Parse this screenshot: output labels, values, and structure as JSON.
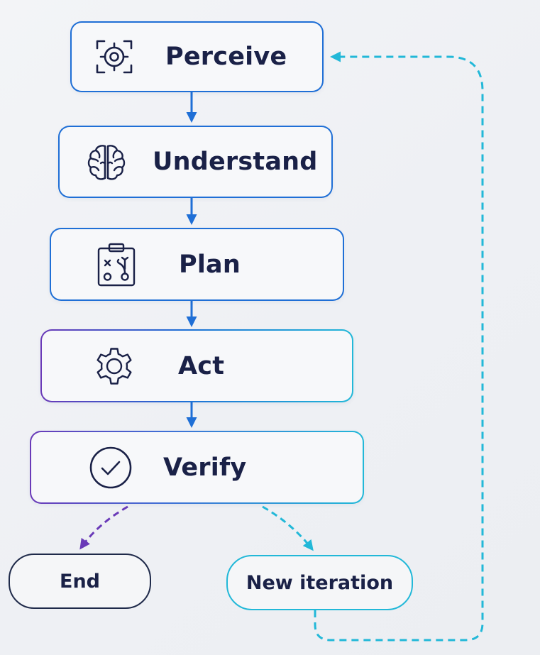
{
  "diagram": {
    "steps": [
      {
        "label": "Perceive",
        "icon": "focus-target-icon"
      },
      {
        "label": "Understand",
        "icon": "brain-icon"
      },
      {
        "label": "Plan",
        "icon": "clipboard-strategy-icon"
      },
      {
        "label": "Act",
        "icon": "gear-icon"
      },
      {
        "label": "Verify",
        "icon": "check-circle-icon"
      }
    ],
    "end": {
      "label": "End"
    },
    "new_iteration": {
      "label": "New iteration"
    },
    "colors": {
      "blue": "#1f6fd6",
      "purple": "#6a3ab8",
      "cyan": "#22b8d8",
      "text": "#1a2147",
      "dark_border": "#1f2a4a"
    }
  }
}
